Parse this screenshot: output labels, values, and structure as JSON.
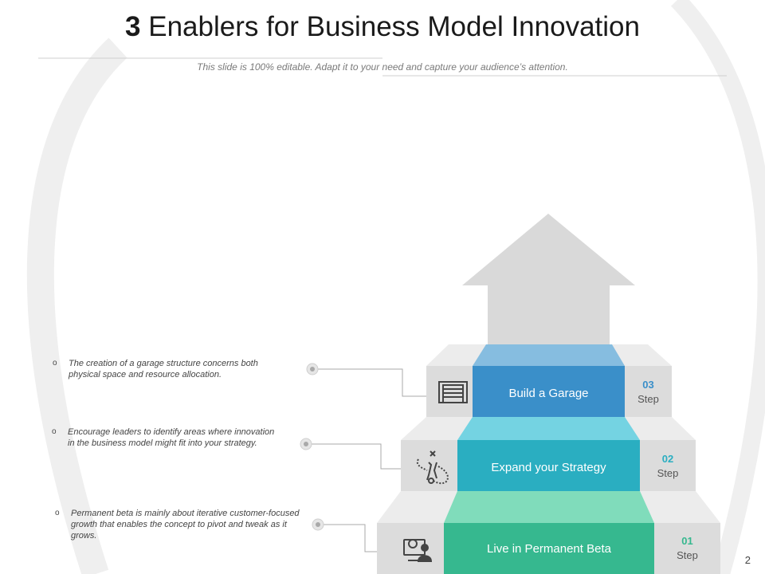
{
  "slide": {
    "title_number": "3",
    "title_rest": " Enablers for Business Model Innovation",
    "subtitle": "This slide is 100% editable. Adapt it to your need and capture your audience’s attention.",
    "page_number": "2"
  },
  "steps": [
    {
      "label": "Build a Garage",
      "num": "03",
      "step_word": "Step",
      "description": "The creation of a garage structure concerns both physical space and resource allocation.",
      "icon": "garage-icon",
      "color": "#3a8fc9",
      "color_top": "#86bde0",
      "num_color": "#3a8fc9"
    },
    {
      "label": "Expand your Strategy",
      "num": "02",
      "step_word": "Step",
      "description": "Encourage leaders to identify areas where innovation in the business model might fit into your strategy.",
      "icon": "strategy-path-icon",
      "color": "#2aaec1",
      "color_top": "#74d3e2",
      "num_color": "#2aaec1"
    },
    {
      "label": "Live in Permanent Beta",
      "num": "01",
      "step_word": "Step",
      "description": "Permanent beta is mainly about iterative customer-focused growth that enables the concept to pivot and tweak as it grows.",
      "icon": "user-settings-icon",
      "color": "#36b88f",
      "color_top": "#80dcbb",
      "num_color": "#36b88f"
    }
  ]
}
